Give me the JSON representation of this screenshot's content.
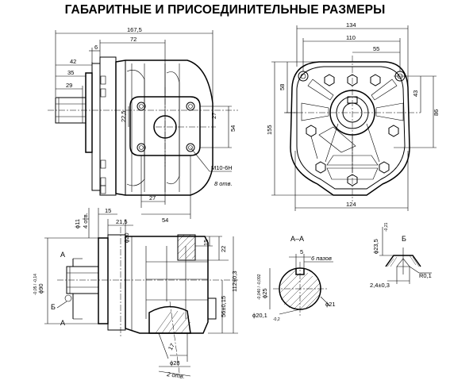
{
  "title": "ГАБАРИТНЫЕ И ПРИСОЕДИНИТЕЛЬНЫЕ РАЗМЕРЫ",
  "front_view": {
    "dims_top": [
      "167,5",
      "72",
      "6",
      "42",
      "35",
      "29"
    ],
    "dims_right": [
      "27",
      "54"
    ],
    "dim_flange_v": "22,5",
    "dims_bottom": [
      "27",
      "54"
    ],
    "thread_label": "M10-6H",
    "thread_count": "8 отв."
  },
  "end_view": {
    "dims_top": [
      "134",
      "110",
      "55"
    ],
    "dims_left": [
      "58",
      "155"
    ],
    "dims_right": [
      "43",
      "86"
    ],
    "dim_bottom": "124"
  },
  "side_view": {
    "dims_top": [
      "15",
      "21,5"
    ],
    "dim_shaft_d": "ϕ11",
    "dim_shaft_w": "4 отв.",
    "dim_hole": "ϕ20",
    "dim_flange": "ϕ90",
    "dim_flange_tol": "-0,05 / -0,14",
    "dims_right": [
      "15",
      "22",
      "112±0,3",
      "56±0,15"
    ],
    "section_marks": [
      "A",
      "A",
      "Б"
    ],
    "dim_port_angle": "17",
    "dim_port_d": "ϕ28",
    "dim_port_count": "2 отв."
  },
  "section_aa": {
    "label": "A–A",
    "dim_key": "5",
    "dim_key_count": "6 пазов",
    "dim_d1": "ϕ25",
    "dim_d1_tol": "-0,040 / -0,092",
    "dim_d2": "ϕ21",
    "dim_d3": "ϕ20,1",
    "dim_d3_tol": "-0,2"
  },
  "detail_b": {
    "label": "Б",
    "dim_d": "ϕ23,5",
    "dim_d_tol": "-0,21",
    "dim_w": "2,4±0,3",
    "dim_r": "R0,1"
  }
}
